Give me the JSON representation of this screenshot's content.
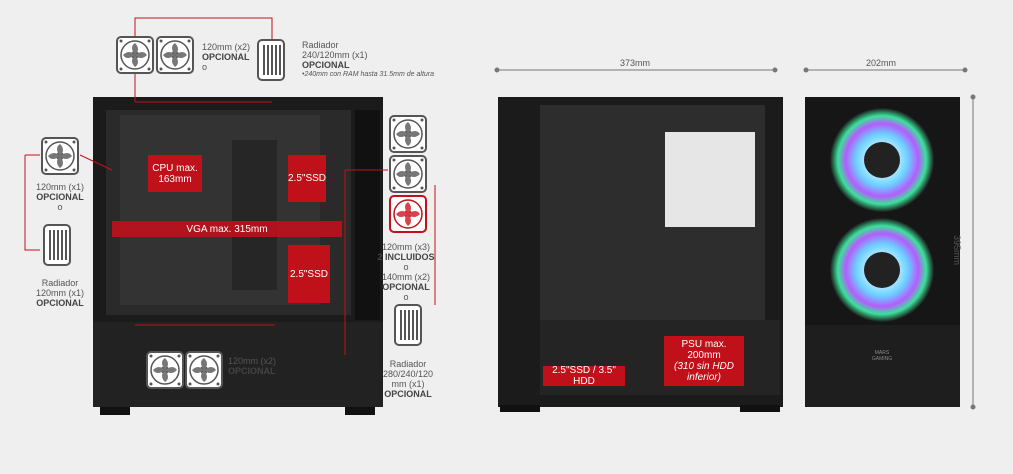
{
  "left_view": {
    "top_fans_label": {
      "line1": "120mm (x2)",
      "line2": "OPCIONAL",
      "line3": "o"
    },
    "top_radiator_label": {
      "line1": "Radiador",
      "line2": "240/120mm (x1)",
      "line3": "OPCIONAL",
      "note": "•240mm con RAM hasta 31.5mm de altura"
    },
    "rear_fan_label": {
      "line1": "120mm (x1)",
      "line2": "OPCIONAL",
      "line3": "o"
    },
    "rear_radiator_label": {
      "line1": "Radiador",
      "line2": "120mm (x1)",
      "line3": "OPCIONAL"
    },
    "cpu_box": {
      "line1": "CPU max.",
      "line2": "163mm"
    },
    "ssd_top_box": "2.5\"SSD",
    "ssd_bottom_box": "2.5\"SSD",
    "vga_bar": "VGA max. 315mm",
    "bottom_fans_label": {
      "line1": "120mm (x2)",
      "line2": "OPCIONAL"
    },
    "front_fans_label": {
      "line1": "120mm (x3)",
      "line2": "2 INCLUIDOS",
      "line3": "o",
      "line4": "140mm (x2)",
      "line5": "OPCIONAL",
      "line6": "o"
    },
    "front_radiator_label": {
      "line1": "Radiador",
      "line2": "280/240/120",
      "line3": "mm (x1)",
      "line4": "OPCIONAL"
    }
  },
  "middle_view": {
    "width_dim": "373mm",
    "hdd_box": "2.5\"SSD / 3.5\" HDD",
    "psu_box": {
      "line1": "PSU max. 200mm",
      "line2": "(310 sin HDD",
      "line3": "inferior)"
    }
  },
  "right_view": {
    "width_dim": "202mm",
    "height_dim": "395mm",
    "logo_line1": "MARS",
    "logo_line2": "GAMING"
  },
  "colors": {
    "accent_red": "#c0111b",
    "case_black": "#1b1b1b",
    "background": "#efefef"
  }
}
